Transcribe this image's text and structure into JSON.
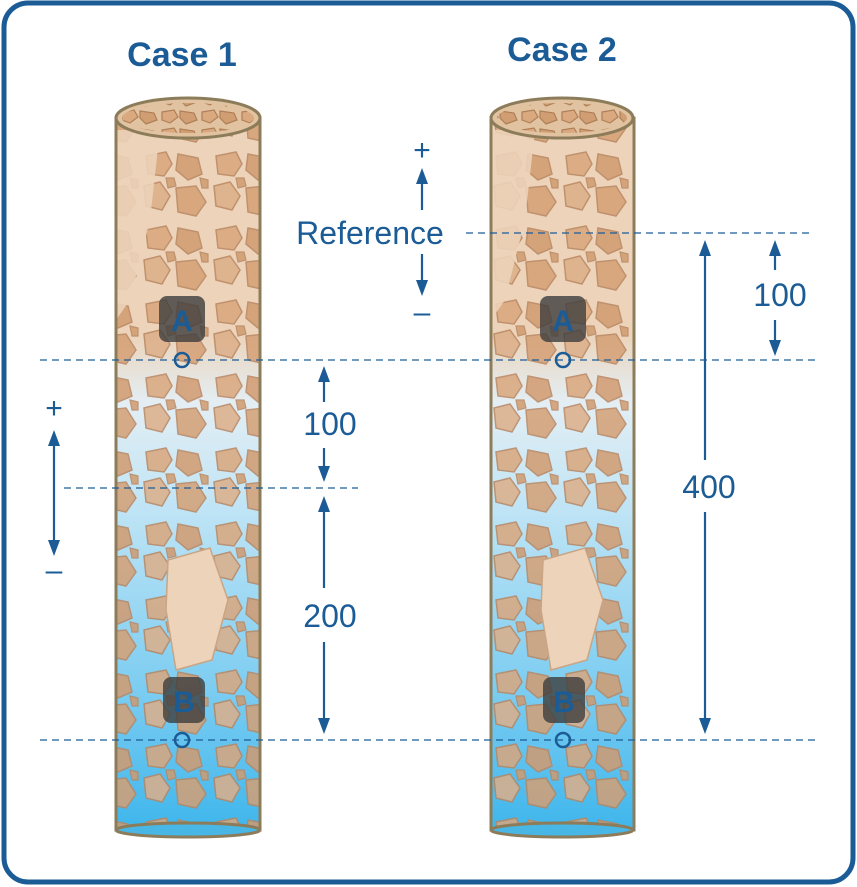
{
  "case1": {
    "title": "Case 1",
    "plus": "+",
    "minus": "–",
    "dim_upper": "100",
    "dim_lower": "200",
    "point_top": "A",
    "point_bottom": "B"
  },
  "case2": {
    "title": "Case 2",
    "plus": "+",
    "minus": "–",
    "reference_label": "Reference",
    "dim_short": "100",
    "dim_long": "400",
    "point_top": "A",
    "point_bottom": "B"
  },
  "colors": {
    "border": "#1b5c96",
    "label": "#1b5c96",
    "soil": "#ecd3b9",
    "stone": "#d9a67c",
    "water_light": "#cfeaf7",
    "water_deep": "#3fb6ec"
  }
}
